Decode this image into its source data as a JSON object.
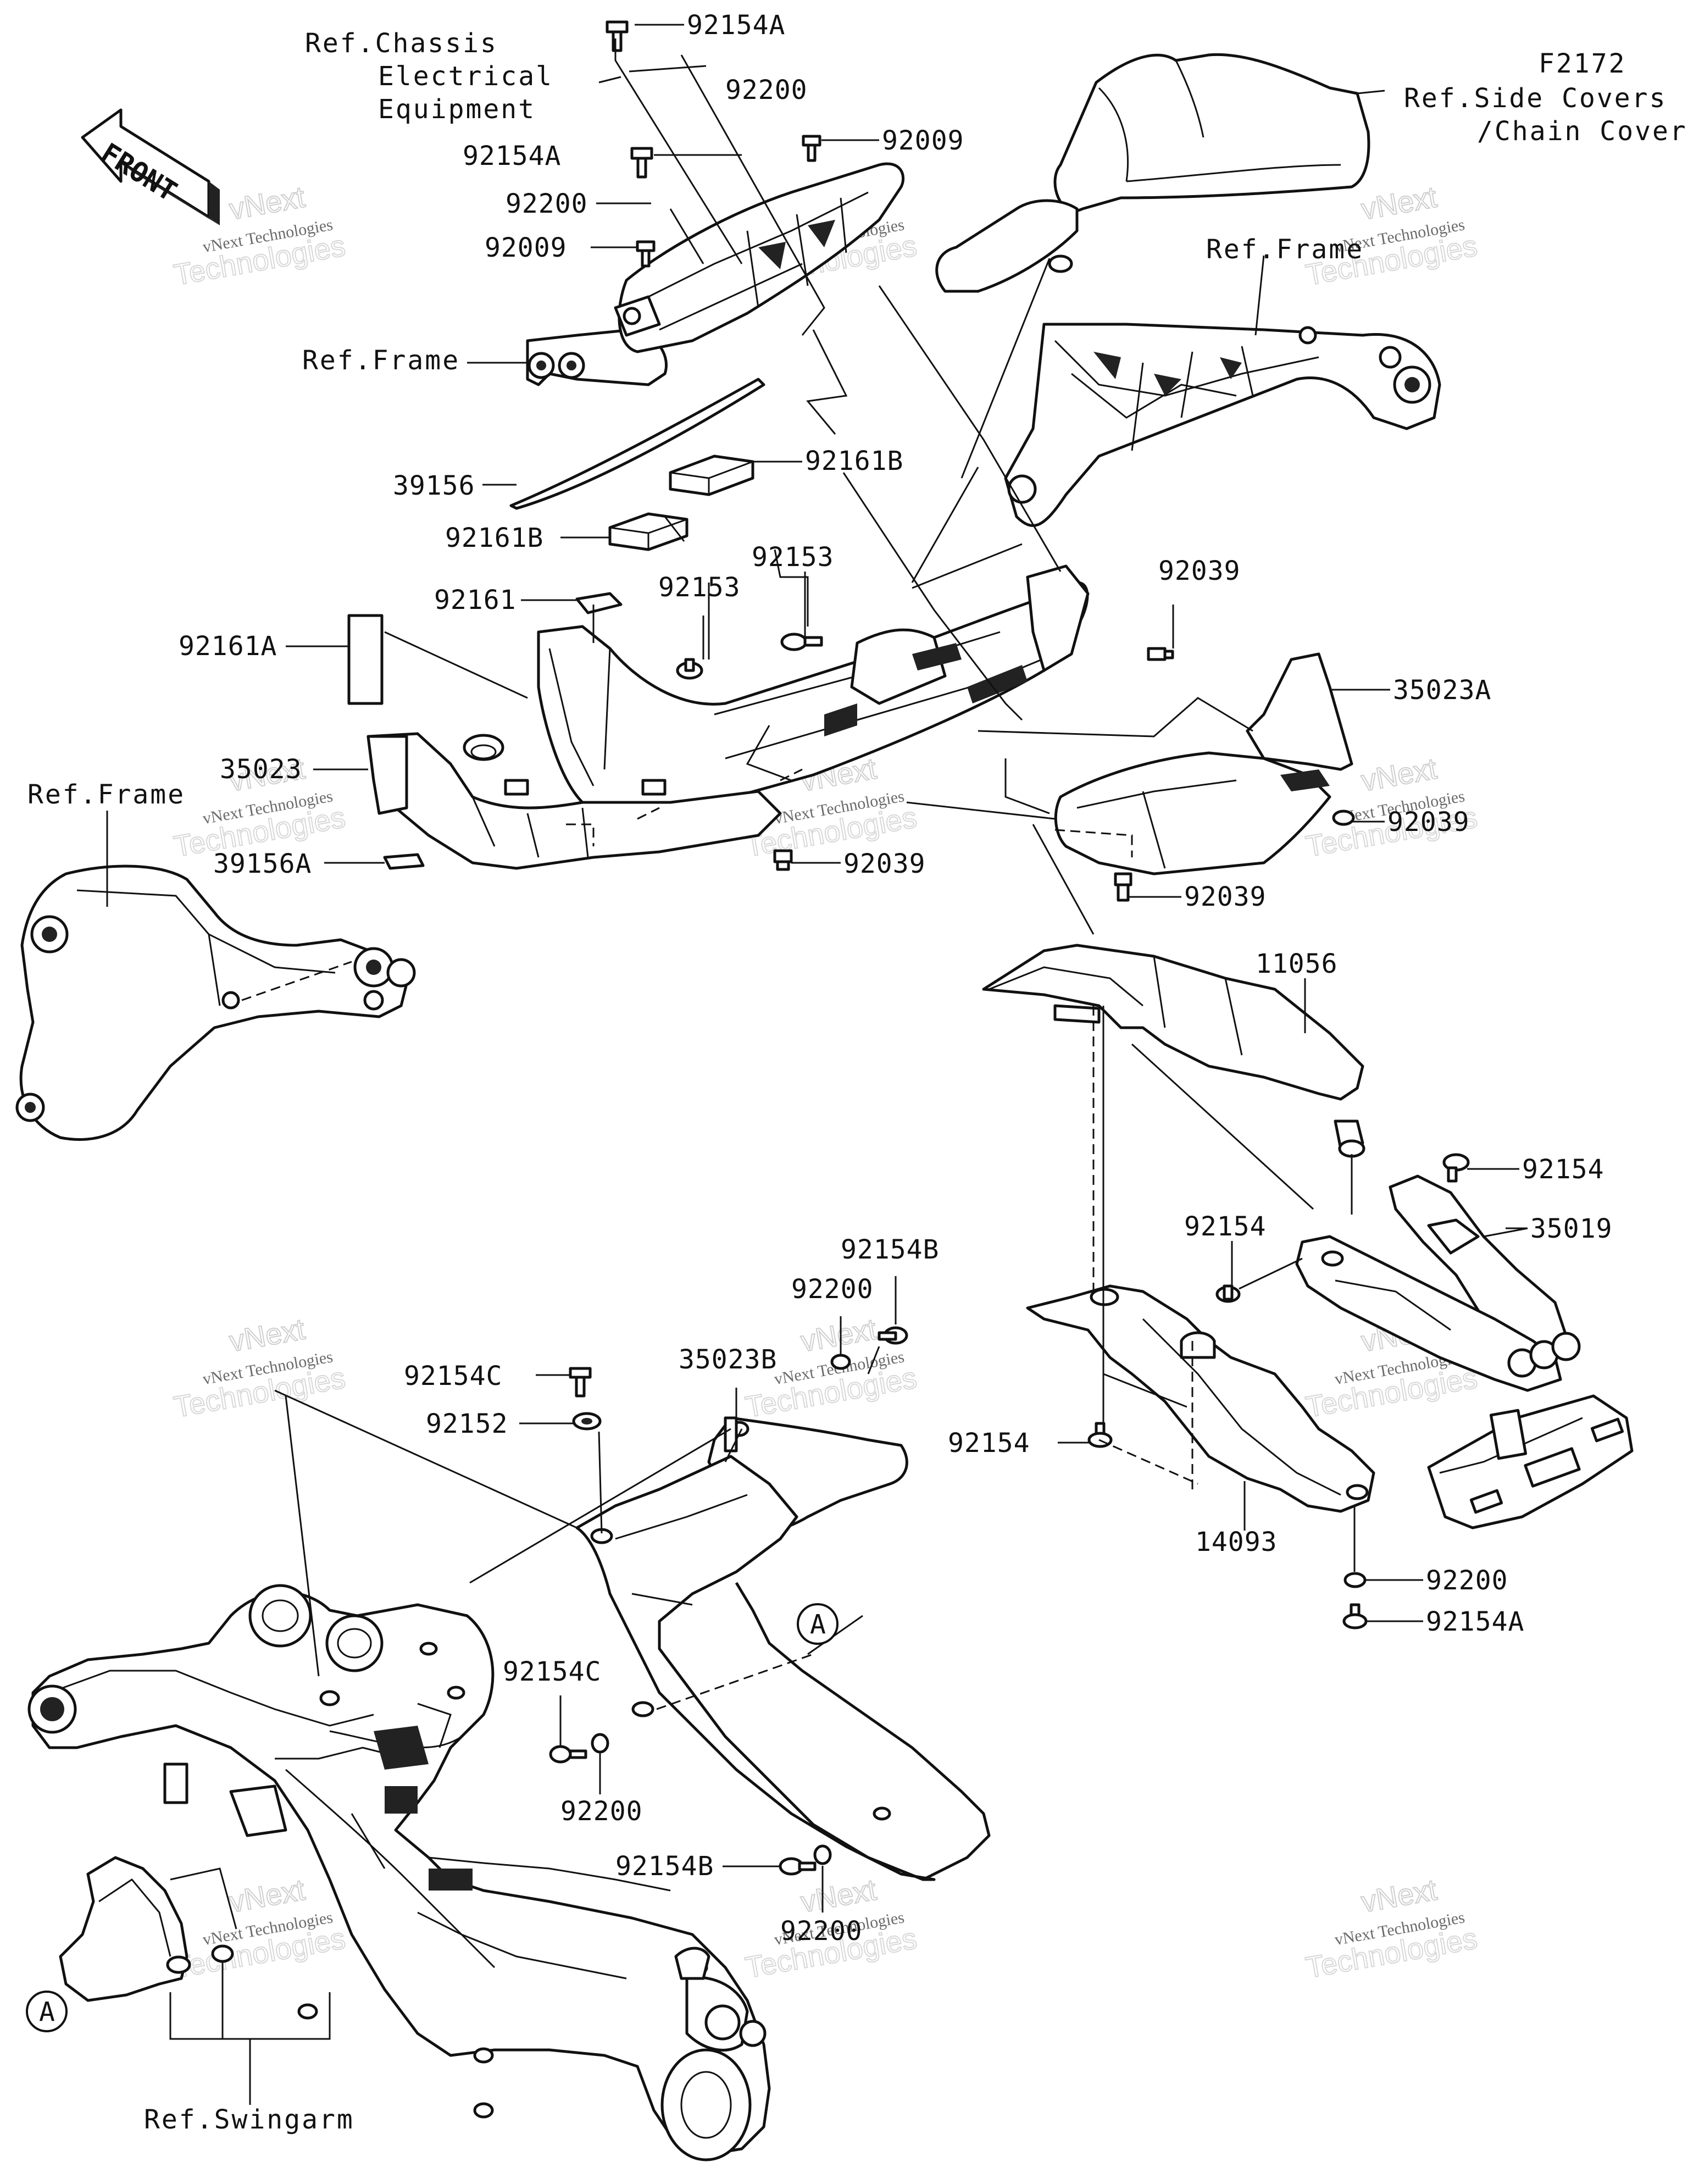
{
  "diagram": {
    "code": "F2172",
    "front_label": "FRONT",
    "references": {
      "chassis_electrical": [
        "Ref.Chassis",
        "Electrical",
        "Equipment"
      ],
      "side_covers": [
        "Ref.Side Covers",
        "/Chain Cover"
      ],
      "frame_top_right": "Ref.Frame",
      "frame_upper_left": "Ref.Frame",
      "frame_left": "Ref.Frame",
      "swingarm": "Ref.Swingarm"
    },
    "callouts": {
      "circle_a_right": "A",
      "circle_a_left": "A"
    },
    "labels": [
      {
        "id": "l01",
        "text": "92154A"
      },
      {
        "id": "l02",
        "text": "92200"
      },
      {
        "id": "l03",
        "text": "92009"
      },
      {
        "id": "l04",
        "text": "92154A"
      },
      {
        "id": "l05",
        "text": "92200"
      },
      {
        "id": "l06",
        "text": "92009"
      },
      {
        "id": "l07",
        "text": "39156"
      },
      {
        "id": "l08",
        "text": "92161B"
      },
      {
        "id": "l09",
        "text": "92161B"
      },
      {
        "id": "l10",
        "text": "92153"
      },
      {
        "id": "l11",
        "text": "92153"
      },
      {
        "id": "l12",
        "text": "92161"
      },
      {
        "id": "l13",
        "text": "92161A"
      },
      {
        "id": "l14",
        "text": "92039"
      },
      {
        "id": "l15",
        "text": "35023A"
      },
      {
        "id": "l16",
        "text": "35023"
      },
      {
        "id": "l17",
        "text": "92039"
      },
      {
        "id": "l18",
        "text": "39156A"
      },
      {
        "id": "l19",
        "text": "92039"
      },
      {
        "id": "l20",
        "text": "92039"
      },
      {
        "id": "l21",
        "text": "11056"
      },
      {
        "id": "l22",
        "text": "92154"
      },
      {
        "id": "l23",
        "text": "35019"
      },
      {
        "id": "l24",
        "text": "92154"
      },
      {
        "id": "l25",
        "text": "92154B"
      },
      {
        "id": "l26",
        "text": "92200"
      },
      {
        "id": "l27",
        "text": "35023B"
      },
      {
        "id": "l28",
        "text": "92154C"
      },
      {
        "id": "l29",
        "text": "92152"
      },
      {
        "id": "l30",
        "text": "92154"
      },
      {
        "id": "l31",
        "text": "14093"
      },
      {
        "id": "l32",
        "text": "92200"
      },
      {
        "id": "l33",
        "text": "92154A"
      },
      {
        "id": "l34",
        "text": "92154C"
      },
      {
        "id": "l35",
        "text": "92200"
      },
      {
        "id": "l36",
        "text": "92154B"
      },
      {
        "id": "l37",
        "text": "92200"
      }
    ],
    "watermark": {
      "line1": "vNext",
      "line2": "vNext Technologies",
      "line3": "Technologies"
    }
  }
}
